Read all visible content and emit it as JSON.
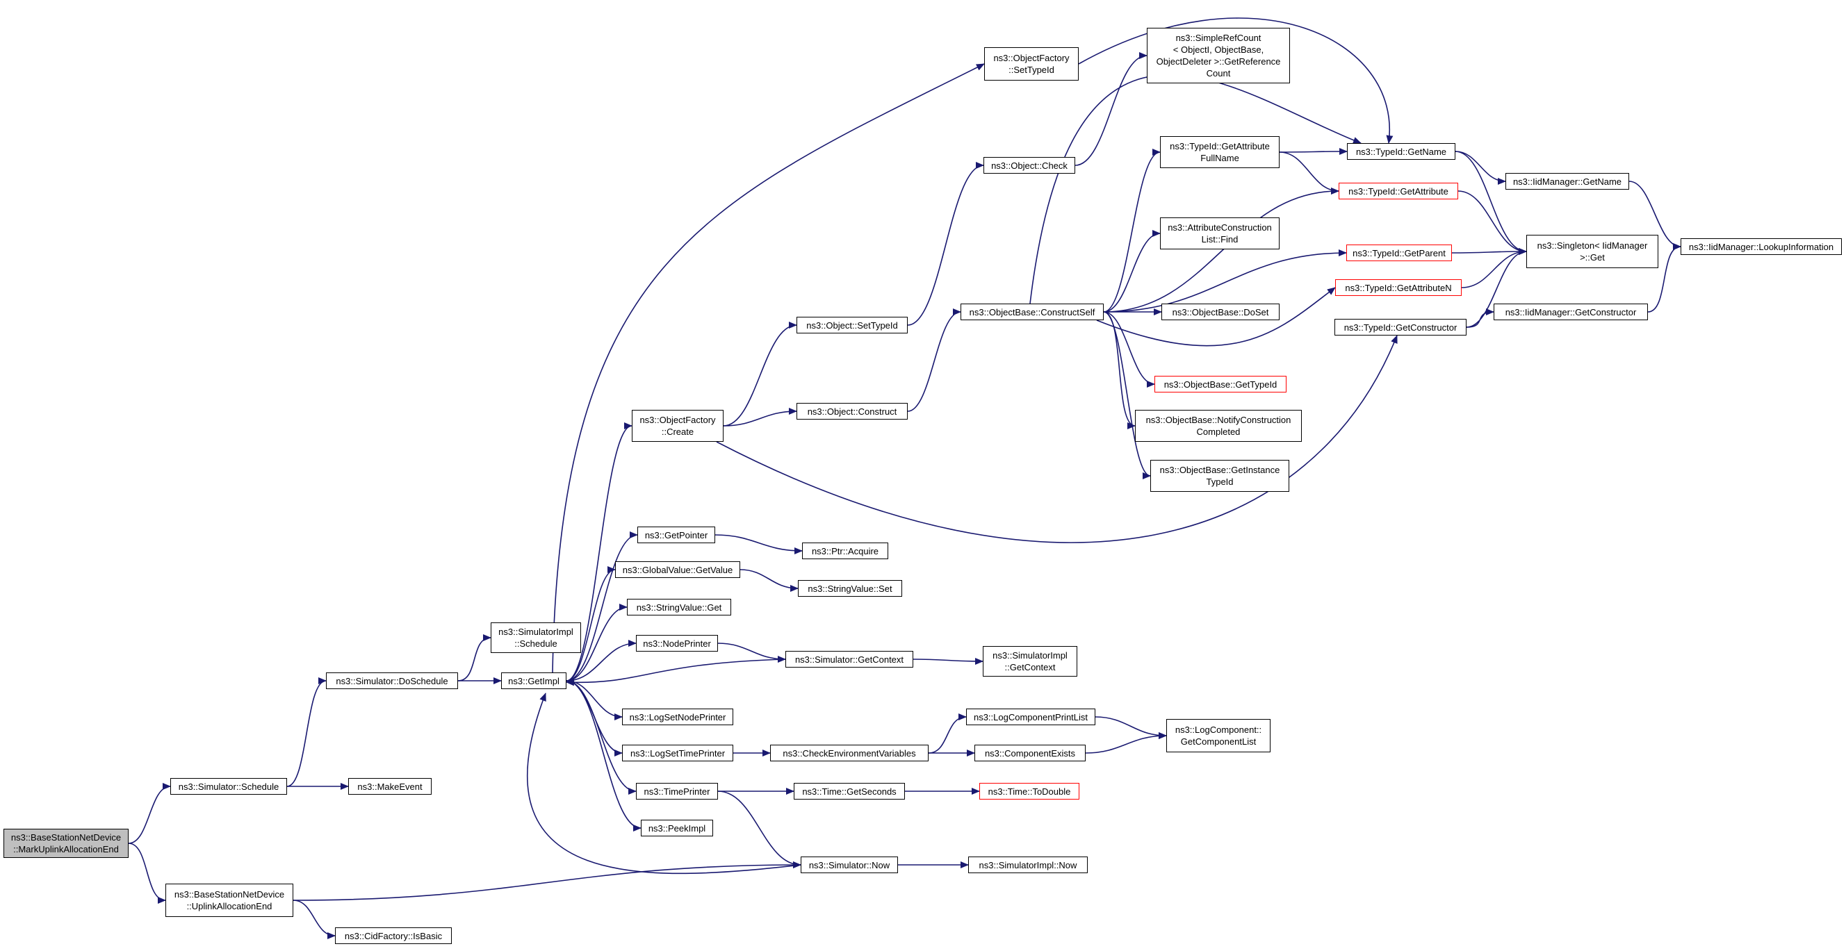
{
  "colors": {
    "edge": "#191970",
    "root_fill": "#bfbfbf",
    "node_border": "#000000",
    "incomplete_border": "#ff0000"
  },
  "nodes": [
    {
      "id": "root",
      "label": "ns3::BaseStationNetDevice\n::MarkUplinkAllocationEnd",
      "style": "root"
    },
    {
      "id": "sched",
      "label": "ns3::Simulator::Schedule",
      "style": "normal"
    },
    {
      "id": "ulae",
      "label": "ns3::BaseStationNetDevice\n::UplinkAllocationEnd",
      "style": "normal"
    },
    {
      "id": "dosched",
      "label": "ns3::Simulator::DoSchedule",
      "style": "normal"
    },
    {
      "id": "makeevent",
      "label": "ns3::MakeEvent",
      "style": "normal"
    },
    {
      "id": "isbasic",
      "label": "ns3::CidFactory::IsBasic",
      "style": "normal"
    },
    {
      "id": "simimplsched",
      "label": "ns3::SimulatorImpl\n::Schedule",
      "style": "normal"
    },
    {
      "id": "getimpl",
      "label": "ns3::GetImpl",
      "style": "normal"
    },
    {
      "id": "ofcreate",
      "label": "ns3::ObjectFactory\n::Create",
      "style": "normal"
    },
    {
      "id": "getpointer",
      "label": "ns3::GetPointer",
      "style": "normal"
    },
    {
      "id": "gvgetvalue",
      "label": "ns3::GlobalValue::GetValue",
      "style": "normal"
    },
    {
      "id": "svget",
      "label": "ns3::StringValue::Get",
      "style": "normal"
    },
    {
      "id": "nodeprinter",
      "label": "ns3::NodePrinter",
      "style": "normal"
    },
    {
      "id": "logsetnode",
      "label": "ns3::LogSetNodePrinter",
      "style": "normal"
    },
    {
      "id": "logsettime",
      "label": "ns3::LogSetTimePrinter",
      "style": "normal"
    },
    {
      "id": "timeprinter",
      "label": "ns3::TimePrinter",
      "style": "normal"
    },
    {
      "id": "peekimpl",
      "label": "ns3::PeekImpl",
      "style": "normal"
    },
    {
      "id": "ofsettypeid",
      "label": "ns3::ObjectFactory\n::SetTypeId",
      "style": "normal"
    },
    {
      "id": "objsettypeid",
      "label": "ns3::Object::SetTypeId",
      "style": "normal"
    },
    {
      "id": "objconstruct",
      "label": "ns3::Object::Construct",
      "style": "normal"
    },
    {
      "id": "ptracquire",
      "label": "ns3::Ptr::Acquire",
      "style": "normal"
    },
    {
      "id": "svset",
      "label": "ns3::StringValue::Set",
      "style": "normal"
    },
    {
      "id": "simgetctx",
      "label": "ns3::Simulator::GetContext",
      "style": "normal"
    },
    {
      "id": "checkenv",
      "label": "ns3::CheckEnvironmentVariables",
      "style": "normal"
    },
    {
      "id": "timegetsec",
      "label": "ns3::Time::GetSeconds",
      "style": "normal"
    },
    {
      "id": "simnow",
      "label": "ns3::Simulator::Now",
      "style": "normal"
    },
    {
      "id": "objcheck",
      "label": "ns3::Object::Check",
      "style": "normal"
    },
    {
      "id": "obconstructself",
      "label": "ns3::ObjectBase::ConstructSelf",
      "style": "normal"
    },
    {
      "id": "simimplgetctx",
      "label": "ns3::SimulatorImpl\n::GetContext",
      "style": "normal"
    },
    {
      "id": "logcompprintlist",
      "label": "ns3::LogComponentPrintList",
      "style": "normal"
    },
    {
      "id": "compexists",
      "label": "ns3::ComponentExists",
      "style": "normal"
    },
    {
      "id": "timetodouble",
      "label": "ns3::Time::ToDouble",
      "style": "incomplete"
    },
    {
      "id": "simimplnow",
      "label": "ns3::SimulatorImpl::Now",
      "style": "normal"
    },
    {
      "id": "simplerefcount",
      "label": "ns3::SimpleRefCount\n< ObjectI, ObjectBase,\nObjectDeleter >::GetReference\nCount",
      "style": "normal"
    },
    {
      "id": "tidgetattrfull",
      "label": "ns3::TypeId::GetAttribute\nFullName",
      "style": "normal"
    },
    {
      "id": "attrconstrfind",
      "label": "ns3::AttributeConstruction\nList::Find",
      "style": "normal"
    },
    {
      "id": "obdoset",
      "label": "ns3::ObjectBase::DoSet",
      "style": "normal"
    },
    {
      "id": "obgettypeid",
      "label": "ns3::ObjectBase::GetTypeId",
      "style": "incomplete"
    },
    {
      "id": "obnotify",
      "label": "ns3::ObjectBase::NotifyConstruction\nCompleted",
      "style": "normal"
    },
    {
      "id": "obgetinst",
      "label": "ns3::ObjectBase::GetInstance\nTypeId",
      "style": "normal"
    },
    {
      "id": "logcompgetlist",
      "label": "ns3::LogComponent::\nGetComponentList",
      "style": "normal"
    },
    {
      "id": "tidgetname",
      "label": "ns3::TypeId::GetName",
      "style": "normal"
    },
    {
      "id": "tidgetattr",
      "label": "ns3::TypeId::GetAttribute",
      "style": "incomplete"
    },
    {
      "id": "tidgetparent",
      "label": "ns3::TypeId::GetParent",
      "style": "incomplete"
    },
    {
      "id": "tidgetattrn",
      "label": "ns3::TypeId::GetAttributeN",
      "style": "incomplete"
    },
    {
      "id": "tidgetctor",
      "label": "ns3::TypeId::GetConstructor",
      "style": "normal"
    },
    {
      "id": "iidgetname",
      "label": "ns3::IidManager::GetName",
      "style": "normal"
    },
    {
      "id": "singletonget",
      "label": "ns3::Singleton< IidManager\n>::Get",
      "style": "normal"
    },
    {
      "id": "iidgetctor",
      "label": "ns3::IidManager::GetConstructor",
      "style": "normal"
    },
    {
      "id": "iidlookup",
      "label": "ns3::IidManager::LookupInformation",
      "style": "normal"
    }
  ],
  "edges": [
    [
      "root",
      "sched"
    ],
    [
      "root",
      "ulae"
    ],
    [
      "sched",
      "dosched"
    ],
    [
      "sched",
      "makeevent"
    ],
    [
      "ulae",
      "simnow"
    ],
    [
      "ulae",
      "isbasic"
    ],
    [
      "dosched",
      "simimplsched"
    ],
    [
      "dosched",
      "getimpl"
    ],
    [
      "getimpl",
      "ofcreate"
    ],
    [
      "getimpl",
      "getpointer"
    ],
    [
      "getimpl",
      "gvgetvalue"
    ],
    [
      "getimpl",
      "svget"
    ],
    [
      "getimpl",
      "nodeprinter"
    ],
    [
      "getimpl",
      "logsetnode"
    ],
    [
      "getimpl",
      "logsettime"
    ],
    [
      "getimpl",
      "timeprinter"
    ],
    [
      "getimpl",
      "peekimpl"
    ],
    [
      "getimpl",
      "ofsettypeid"
    ],
    [
      "ofcreate",
      "objsettypeid"
    ],
    [
      "ofcreate",
      "objconstruct"
    ],
    [
      "ofcreate",
      "tidgetctor"
    ],
    [
      "getpointer",
      "ptracquire"
    ],
    [
      "gvgetvalue",
      "svset"
    ],
    [
      "nodeprinter",
      "simgetctx"
    ],
    [
      "simgetctx",
      "getimpl"
    ],
    [
      "simgetctx",
      "simimplgetctx"
    ],
    [
      "logsettime",
      "checkenv"
    ],
    [
      "checkenv",
      "logcompprintlist"
    ],
    [
      "checkenv",
      "compexists"
    ],
    [
      "logcompprintlist",
      "logcompgetlist"
    ],
    [
      "compexists",
      "logcompgetlist"
    ],
    [
      "timeprinter",
      "timegetsec"
    ],
    [
      "timeprinter",
      "simnow"
    ],
    [
      "timegetsec",
      "timetodouble"
    ],
    [
      "simnow",
      "getimpl"
    ],
    [
      "simnow",
      "simimplnow"
    ],
    [
      "ofsettypeid",
      "tidgetname"
    ],
    [
      "objsettypeid",
      "objcheck"
    ],
    [
      "objcheck",
      "simplerefcount"
    ],
    [
      "objconstruct",
      "obconstructself"
    ],
    [
      "obconstructself",
      "tidgetname"
    ],
    [
      "obconstructself",
      "tidgetattrfull"
    ],
    [
      "obconstructself",
      "tidgetattr"
    ],
    [
      "obconstructself",
      "attrconstrfind"
    ],
    [
      "obconstructself",
      "tidgetparent"
    ],
    [
      "obconstructself",
      "obdoset"
    ],
    [
      "obconstructself",
      "tidgetattrn"
    ],
    [
      "obconstructself",
      "obgettypeid"
    ],
    [
      "obconstructself",
      "obnotify"
    ],
    [
      "obconstructself",
      "obgetinst"
    ],
    [
      "tidgetattrfull",
      "tidgetname"
    ],
    [
      "tidgetattrfull",
      "tidgetattr"
    ],
    [
      "tidgetname",
      "iidgetname"
    ],
    [
      "tidgetname",
      "singletonget"
    ],
    [
      "tidgetattr",
      "singletonget"
    ],
    [
      "tidgetparent",
      "singletonget"
    ],
    [
      "tidgetattrn",
      "singletonget"
    ],
    [
      "tidgetctor",
      "singletonget"
    ],
    [
      "tidgetctor",
      "iidgetctor"
    ],
    [
      "iidgetname",
      "iidlookup"
    ],
    [
      "iidgetctor",
      "iidlookup"
    ]
  ]
}
